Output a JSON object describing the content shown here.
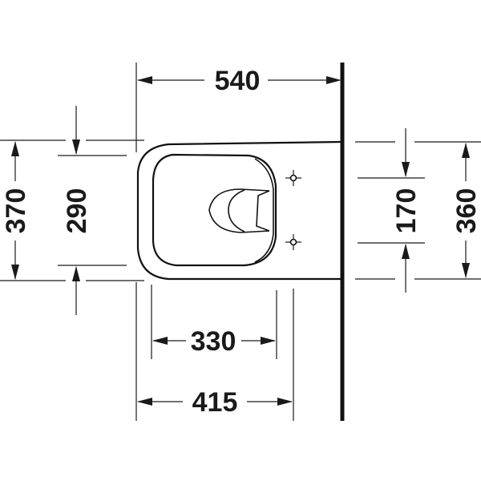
{
  "drawing": {
    "subject": "Wall-hung toilet top view",
    "units": "mm",
    "line_color": "#1a1a1a",
    "background": "#ffffff"
  },
  "dimensions": {
    "overall_depth": {
      "label": "540",
      "value": 540,
      "orientation": "horizontal",
      "position": "top"
    },
    "overall_width": {
      "label": "370",
      "value": 370,
      "orientation": "vertical",
      "position": "left-outer"
    },
    "bowl_width": {
      "label": "290",
      "value": 290,
      "orientation": "vertical",
      "position": "left-inner"
    },
    "fixing_spacing": {
      "label": "170",
      "value": 170,
      "orientation": "vertical",
      "position": "right-inner"
    },
    "wall_plate_width": {
      "label": "360",
      "value": 360,
      "orientation": "vertical",
      "position": "right-outer"
    },
    "bowl_depth": {
      "label": "330",
      "value": 330,
      "orientation": "horizontal",
      "position": "bottom-upper"
    },
    "front_to_fixing": {
      "label": "415",
      "value": 415,
      "orientation": "horizontal",
      "position": "bottom-lower"
    }
  },
  "features": {
    "wall": "mounting-wall",
    "fixing_points": 2
  }
}
